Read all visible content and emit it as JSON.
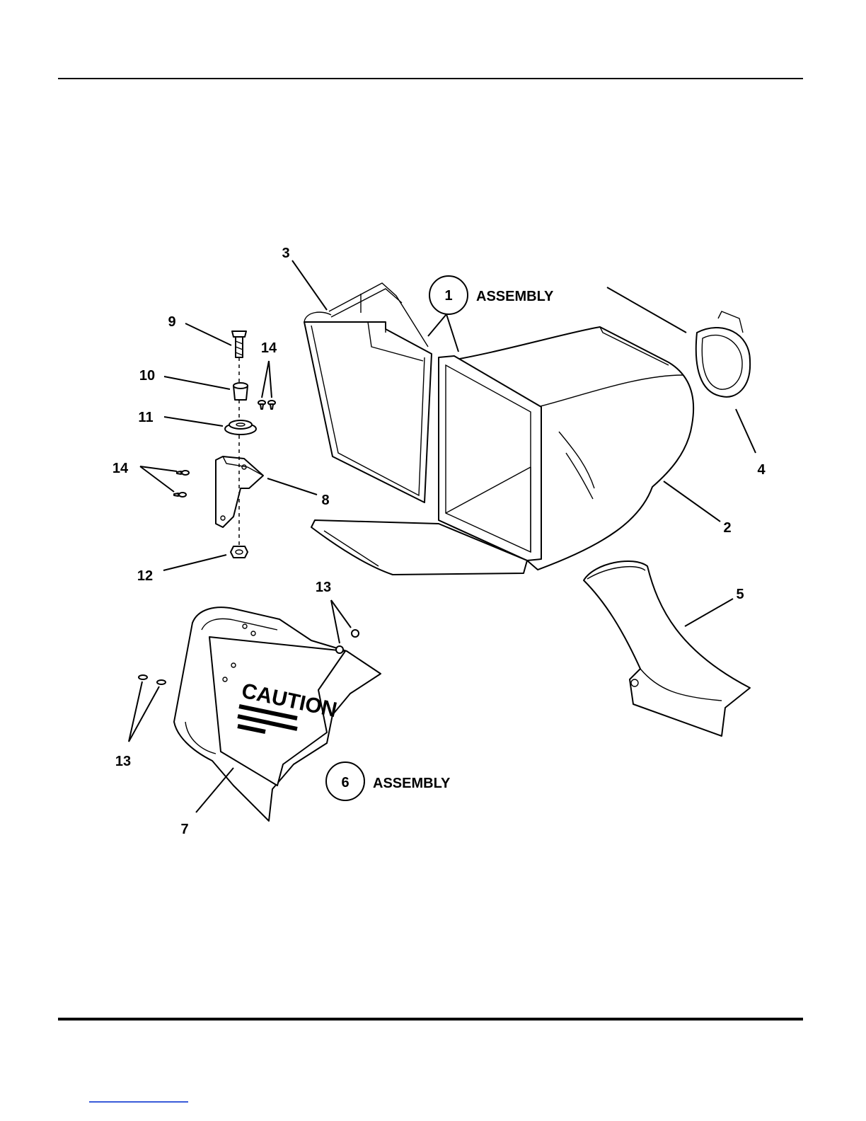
{
  "callouts": {
    "c1": "1",
    "c2": "2",
    "c3": "3",
    "c4": "4",
    "c5": "5",
    "c6": "6",
    "c7": "7",
    "c8": "8",
    "c9": "9",
    "c10": "10",
    "c11": "11",
    "c12": "12",
    "c13a": "13",
    "c13b": "13",
    "c14a": "14",
    "c14b": "14"
  },
  "assemblies": {
    "a1": "ASSEMBLY",
    "a6": "ASSEMBLY"
  },
  "decal": {
    "title": "CAUTION"
  },
  "colors": {
    "ink": "#000000",
    "background": "#ffffff",
    "link": "#3a5bd9"
  }
}
